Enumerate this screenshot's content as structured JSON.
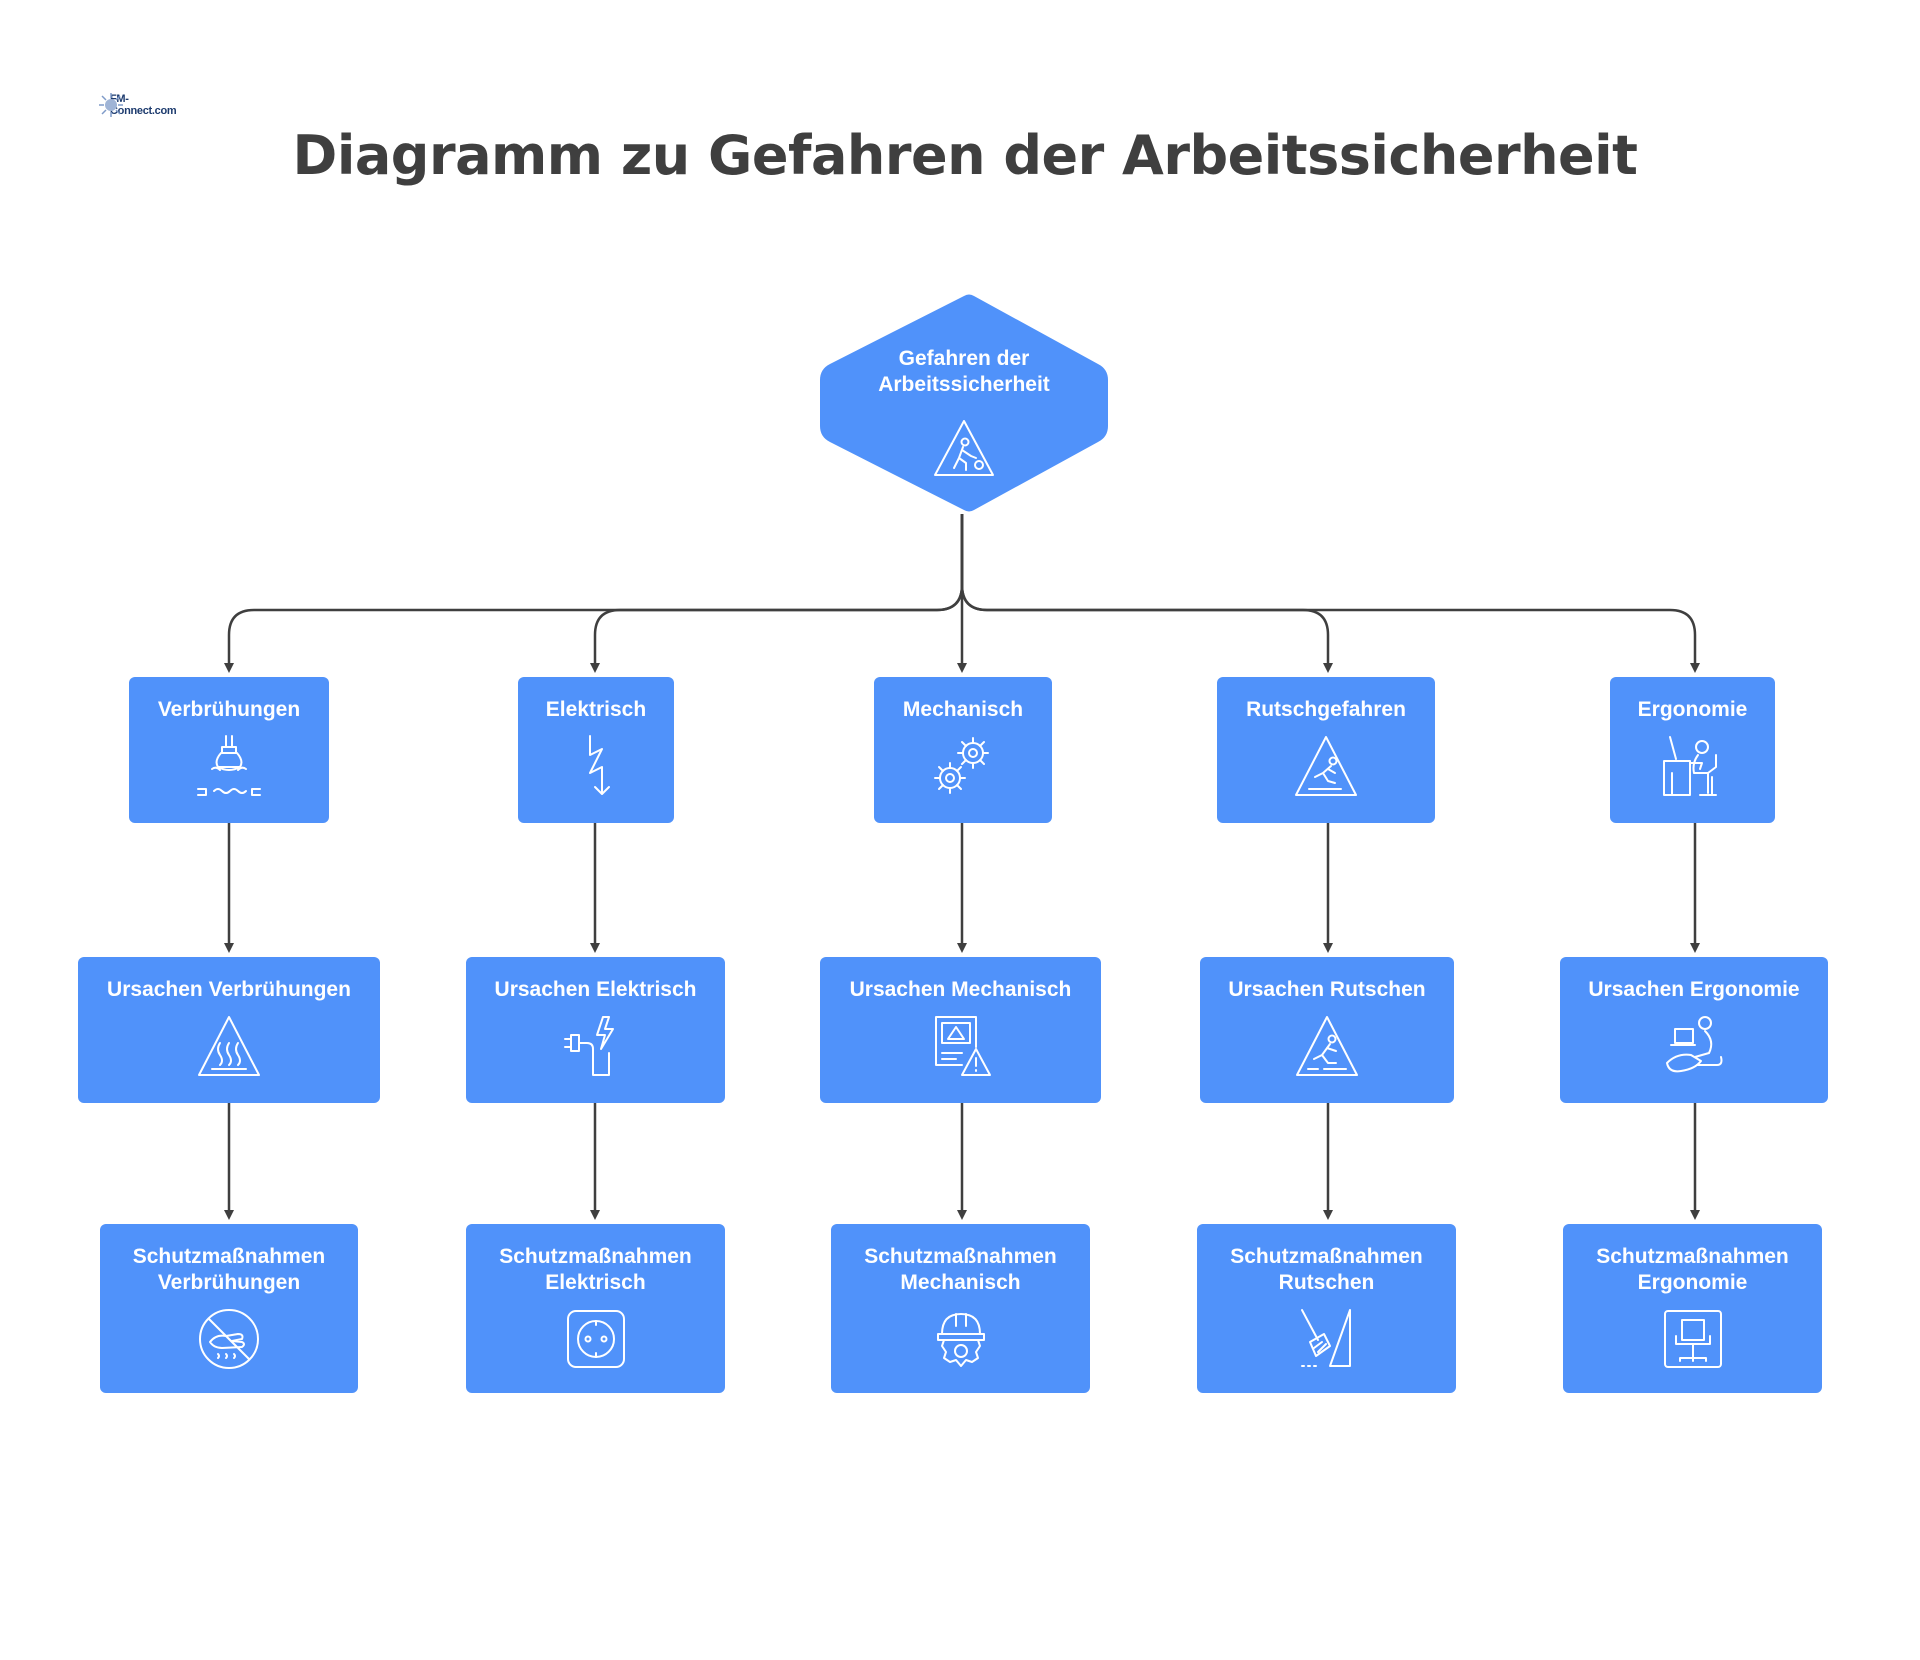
{
  "logo": {
    "text": "FM-Connect.com"
  },
  "title": "Diagramm zu Gefahren der Arbeitssicherheit",
  "colors": {
    "node": "#5092fa",
    "connector": "#3f3f3f",
    "title": "#3f3f3f"
  },
  "root": {
    "label": "Gefahren der\nArbeitssicherheit",
    "icon": "worker-warning-triangle-icon"
  },
  "columns": [
    {
      "hazard": {
        "label": "Verbrühungen",
        "icon": "hot-liquid-pouring-icon"
      },
      "cause": {
        "label": "Ursachen Verbrühungen",
        "icon": "hot-surface-warning-icon"
      },
      "protection": {
        "label": "Schutzmaßnahmen\nVerbrühungen",
        "icon": "no-hand-heat-icon"
      }
    },
    {
      "hazard": {
        "label": "Elektrisch",
        "icon": "lightning-bolt-icon"
      },
      "cause": {
        "label": "Ursachen Elektrisch",
        "icon": "plug-cable-bolt-icon"
      },
      "protection": {
        "label": "Schutzmaßnahmen\nElektrisch",
        "icon": "power-socket-icon"
      }
    },
    {
      "hazard": {
        "label": "Mechanisch",
        "icon": "gears-icon"
      },
      "cause": {
        "label": "Ursachen Mechanisch",
        "icon": "machine-warning-icon"
      },
      "protection": {
        "label": "Schutzmaßnahmen\nMechanisch",
        "icon": "helmet-gear-icon"
      }
    },
    {
      "hazard": {
        "label": "Rutschgefahren",
        "icon": "slip-warning-icon"
      },
      "cause": {
        "label": "Ursachen Rutschen",
        "icon": "falling-person-warning-icon"
      },
      "protection": {
        "label": "Schutzmaßnahmen\nRutschen",
        "icon": "broom-sweep-icon"
      }
    },
    {
      "hazard": {
        "label": "Ergonomie",
        "icon": "desk-worker-icon"
      },
      "cause": {
        "label": "Ursachen Ergonomie",
        "icon": "laptop-posture-icon"
      },
      "protection": {
        "label": "Schutzmaßnahmen\nErgonomie",
        "icon": "office-chair-icon"
      }
    }
  ]
}
